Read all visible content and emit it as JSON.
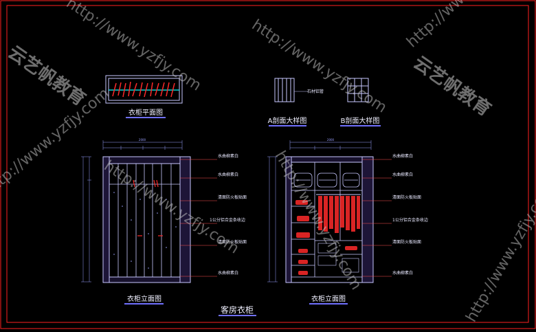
{
  "drawing": {
    "plan_title": "衣柜平面图",
    "section_a_title": "A剖面大样图",
    "section_b_title": "B剖面大样图",
    "section_a_note": "石材铝管",
    "elevation_left_title": "衣柜立面图",
    "elevation_right_title": "衣柜立面图",
    "main_title": "客房衣柜",
    "left_notes": [
      "水曲柳素白",
      "水曲柳素白",
      "清面防火板贴面",
      "1公分铝合金条收边",
      "清面防火板贴面",
      "水曲柳素白"
    ],
    "right_notes": [
      "水曲柳素白",
      "水曲柳素白",
      "清面防火板贴面",
      "1公分铝合金条收边",
      "清面防火板贴面",
      "水曲柳素白"
    ]
  },
  "watermark": {
    "url": "http://www.yzfjy.com",
    "brand": "云艺帆教育"
  },
  "colors": {
    "background": "#000000",
    "frame": "#ff2020",
    "outline": "#c8c8ff",
    "accent_red": "#ff2a2a",
    "accent_cyan": "#00ffff",
    "leader": "#ff5050",
    "underline": "#7070ff"
  }
}
